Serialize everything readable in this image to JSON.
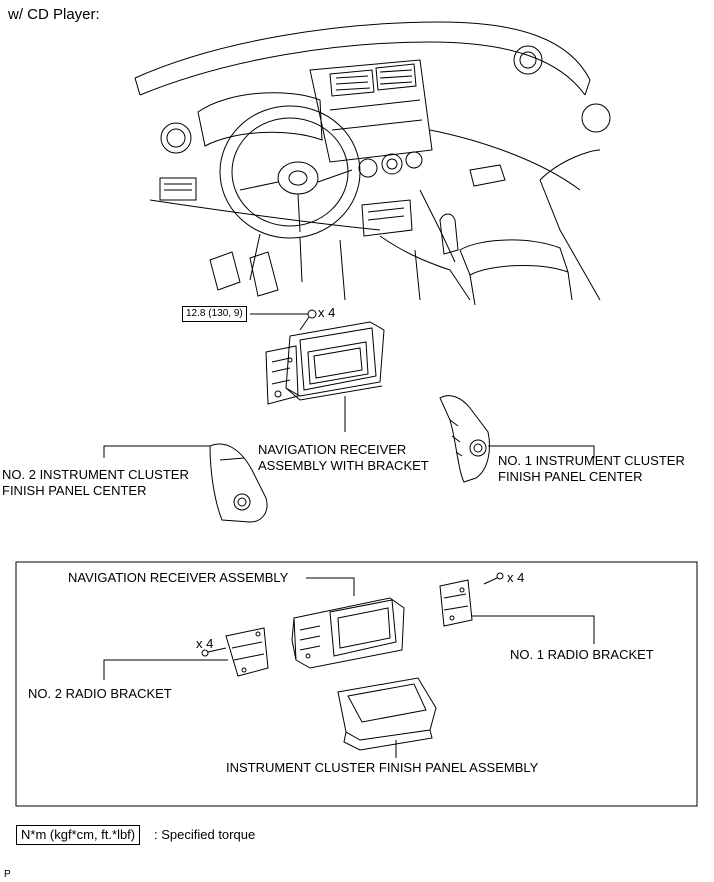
{
  "header": {
    "title": "w/ CD Player:"
  },
  "torque": {
    "value": "12.8 (130, 9)",
    "count_top": "x 4"
  },
  "labels": {
    "nav_receiver_bracket": "NAVIGATION RECEIVER ASSEMBLY WITH BRACKET",
    "no2_cluster_panel": "NO. 2 INSTRUMENT CLUSTER FINISH PANEL CENTER",
    "no1_cluster_panel": "NO. 1 INSTRUMENT CLUSTER FINISH PANEL CENTER",
    "nav_receiver": "NAVIGATION RECEIVER ASSEMBLY",
    "no1_radio_bracket": "NO. 1 RADIO BRACKET",
    "no2_radio_bracket": "NO. 2 RADIO BRACKET",
    "cluster_finish_panel": "INSTRUMENT CLUSTER FINISH PANEL ASSEMBLY",
    "count_right": "x 4",
    "count_left": "x 4"
  },
  "legend": {
    "box_text": "N*m (kgf*cm, ft.*lbf)",
    "desc": ": Specified torque"
  },
  "footer": {
    "code": "P"
  }
}
